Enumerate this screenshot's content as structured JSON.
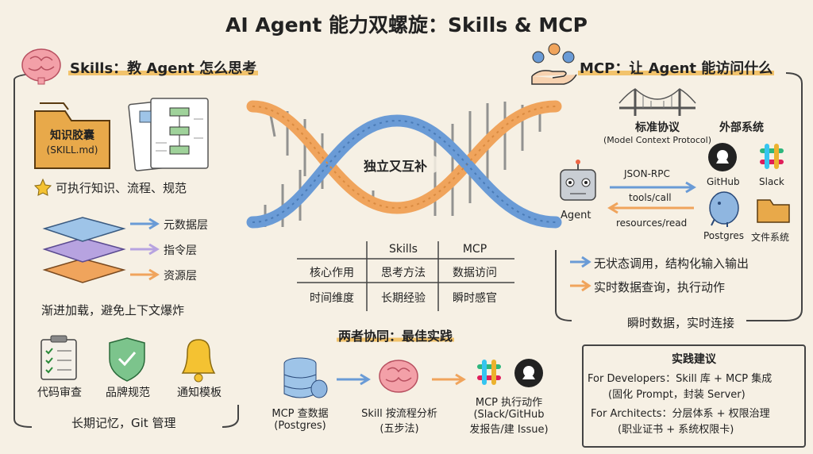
{
  "title": "AI Agent 能力双螺旋：Skills & MCP",
  "skills": {
    "title": "Skills：教 Agent 怎么思考",
    "folder_label": "知识胶囊",
    "folder_sub": "(SKILL.md)",
    "desc": "可执行知识、流程、规范",
    "layers": [
      "元数据层",
      "指令层",
      "资源层"
    ],
    "load_note": "渐进加载，避免上下文爆炸",
    "examples": [
      "代码审查",
      "品牌规范",
      "通知模板"
    ],
    "footer": "长期记忆，Git 管理"
  },
  "center": {
    "helix_label": "独立又互补",
    "table": {
      "headers": [
        "",
        "Skills",
        "MCP"
      ],
      "rows": [
        [
          "核心作用",
          "思考方法",
          "数据访问"
        ],
        [
          "时间维度",
          "长期经验",
          "瞬时感官"
        ]
      ]
    }
  },
  "mcp": {
    "title": "MCP：让 Agent 能访问什么",
    "protocol_label": "标准协议",
    "protocol_sub": "(Model Context Protocol)",
    "external_label": "外部系统",
    "agent_label": "Agent",
    "rpc_label": "JSON-RPC",
    "call_label": "tools/call",
    "read_label": "resources/read",
    "systems": [
      "GitHub",
      "Slack",
      "Postgres",
      "文件系统"
    ],
    "bullets": [
      "无状态调用，结构化输入输出",
      "实时数据查询，执行动作"
    ],
    "footer": "瞬时数据，实时连接"
  },
  "collab": {
    "title": "两者协同：最佳实践",
    "steps": [
      {
        "line1": "MCP 查数据",
        "line2": "(Postgres)"
      },
      {
        "line1": "Skill 按流程分析",
        "line2": "(五步法)"
      },
      {
        "line1": "MCP 执行动作",
        "line2": "(Slack/GitHub",
        "line3": "发报告/建 Issue)"
      }
    ]
  },
  "advice": {
    "title": "实践建议",
    "lines": [
      "For Developers：Skill 库 + MCP 集成",
      "(固化 Prompt，封装 Server)",
      "For Architects：分层体系 + 权限治理",
      "(职业证书 + 系统权限卡)"
    ]
  },
  "colors": {
    "background": "#f6f0e4",
    "orange": "#f0a45c",
    "blue": "#6a9bd6",
    "purple": "#b7a3e0",
    "highlight": "#f2c36b"
  }
}
